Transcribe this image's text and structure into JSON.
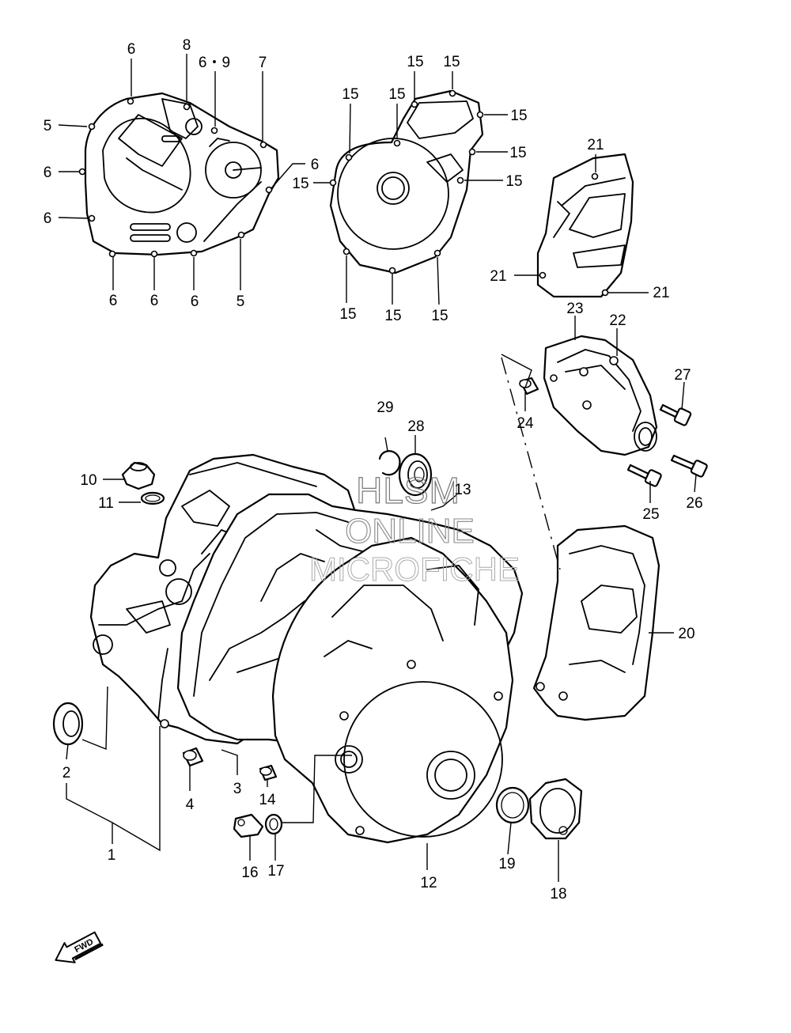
{
  "watermark": {
    "line1": "HLSM",
    "line2": "ONLINE",
    "line3": "MICROFICHE"
  },
  "fwd_label": "FWD",
  "callouts": [
    {
      "id": "c1",
      "text": "1"
    },
    {
      "id": "c2",
      "text": "2"
    },
    {
      "id": "c3",
      "text": "3"
    },
    {
      "id": "c4",
      "text": "4"
    },
    {
      "id": "c5a",
      "text": "5"
    },
    {
      "id": "c5b",
      "text": "5"
    },
    {
      "id": "c6a",
      "text": "6"
    },
    {
      "id": "c6b",
      "text": "6"
    },
    {
      "id": "c6c",
      "text": "6"
    },
    {
      "id": "c6d",
      "text": "6"
    },
    {
      "id": "c6e",
      "text": "6"
    },
    {
      "id": "c6f",
      "text": "6"
    },
    {
      "id": "c6g",
      "text": "6"
    },
    {
      "id": "c69",
      "text": "6・9"
    },
    {
      "id": "c7",
      "text": "7"
    },
    {
      "id": "c8",
      "text": "8"
    },
    {
      "id": "c10",
      "text": "10"
    },
    {
      "id": "c11",
      "text": "11"
    },
    {
      "id": "c12",
      "text": "12"
    },
    {
      "id": "c13",
      "text": "13"
    },
    {
      "id": "c14",
      "text": "14"
    },
    {
      "id": "c15a",
      "text": "15"
    },
    {
      "id": "c15b",
      "text": "15"
    },
    {
      "id": "c15c",
      "text": "15"
    },
    {
      "id": "c15d",
      "text": "15"
    },
    {
      "id": "c15e",
      "text": "15"
    },
    {
      "id": "c15f",
      "text": "15"
    },
    {
      "id": "c15g",
      "text": "15"
    },
    {
      "id": "c15h",
      "text": "15"
    },
    {
      "id": "c15i",
      "text": "15"
    },
    {
      "id": "c15j",
      "text": "15"
    },
    {
      "id": "c15k",
      "text": "15"
    },
    {
      "id": "c16",
      "text": "16"
    },
    {
      "id": "c17",
      "text": "17"
    },
    {
      "id": "c18",
      "text": "18"
    },
    {
      "id": "c19",
      "text": "19"
    },
    {
      "id": "c20",
      "text": "20"
    },
    {
      "id": "c21a",
      "text": "21"
    },
    {
      "id": "c21b",
      "text": "21"
    },
    {
      "id": "c21c",
      "text": "21"
    },
    {
      "id": "c22",
      "text": "22"
    },
    {
      "id": "c23",
      "text": "23"
    },
    {
      "id": "c24",
      "text": "24"
    },
    {
      "id": "c25",
      "text": "25"
    },
    {
      "id": "c26",
      "text": "26"
    },
    {
      "id": "c27",
      "text": "27"
    },
    {
      "id": "c28",
      "text": "28"
    },
    {
      "id": "c29",
      "text": "29"
    }
  ]
}
